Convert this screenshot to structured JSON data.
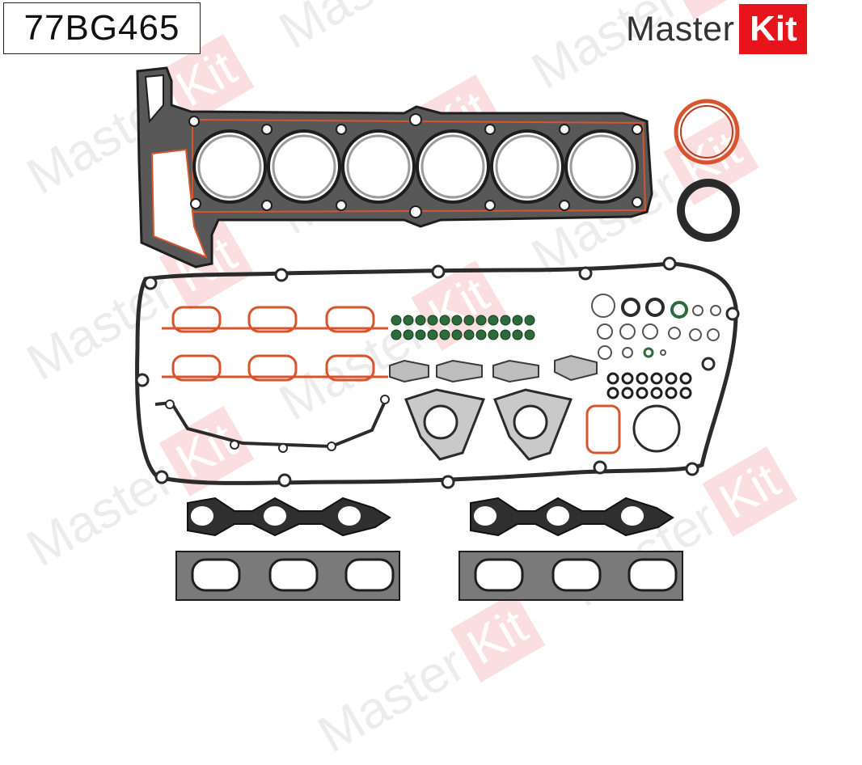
{
  "product": {
    "part_code": "77BG465"
  },
  "brand": {
    "name_text": "Master",
    "name_box": "Kit",
    "accent_color": "#e8141c"
  },
  "watermark": {
    "text": "Master",
    "box": "Kit"
  },
  "colors": {
    "gasket_dark": "#2b2b2b",
    "gasket_red": "#d9542c",
    "graphite": "#6e6e6e",
    "seal_green": "#2e6b3a"
  }
}
